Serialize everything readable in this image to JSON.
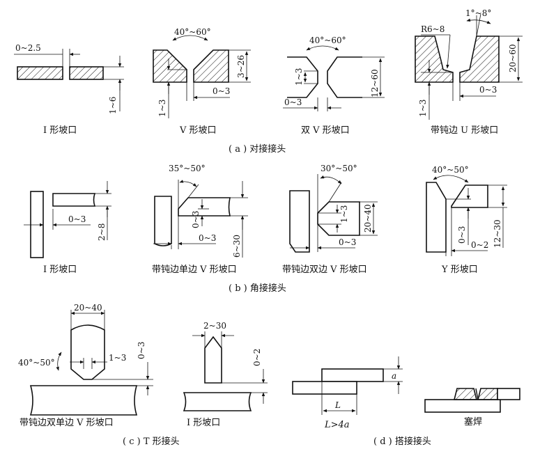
{
  "sections": {
    "a": "( a ) 对接接头",
    "b": "( b ) 角接接头",
    "c": "( c ) T 形接头",
    "d": "( d ) 搭接接头"
  },
  "a": {
    "i": {
      "caption": "I 形坡口",
      "gap": "0~2.5",
      "thickness": "1~6"
    },
    "v": {
      "caption": "V 形坡口",
      "angle": "40°~60°",
      "thickness": "3~26",
      "root_face": "1~3",
      "gap": "0~3"
    },
    "x": {
      "caption": "双 V 形坡口",
      "angle": "40°~60°",
      "root_face": "1~3",
      "thickness": "12~60",
      "gap": "0~3"
    },
    "u": {
      "caption": "带钝边 U 形坡口",
      "radius": "R6~8",
      "angle": "1°~8°",
      "thickness": "20~60",
      "root_face": "1~3",
      "gap": "0~3"
    }
  },
  "b": {
    "i": {
      "caption": "I 形坡口",
      "gap": "0~3",
      "thickness": "2~8"
    },
    "single": {
      "caption": "带钝边单边 V 形坡口",
      "angle": "35°~50°",
      "root_face": "0~3",
      "gap": "0~3",
      "thickness": "6~30"
    },
    "double": {
      "caption": "带钝边双边 V 形坡口",
      "angle": "30°~50°",
      "root_face": "1~3",
      "thickness": "20~40",
      "gap": "0~3"
    },
    "y": {
      "caption": "Y 形坡口",
      "angle": "40°~50°",
      "root_face": "0~3",
      "gap": "0~2",
      "thickness": "12~30"
    }
  },
  "c": {
    "k": {
      "caption": "带钝边双单边 V 形坡口",
      "width": "20~40",
      "angle": "40°~50°",
      "root_face": "1~3",
      "gap": "0~3"
    },
    "i": {
      "caption": "I 形坡口",
      "width": "2~30",
      "gap": "0~2"
    }
  },
  "d": {
    "lap": {
      "thickness": "a",
      "overlap": "L",
      "rule": "L>4a"
    },
    "plug": {
      "caption": "塞焊"
    }
  }
}
